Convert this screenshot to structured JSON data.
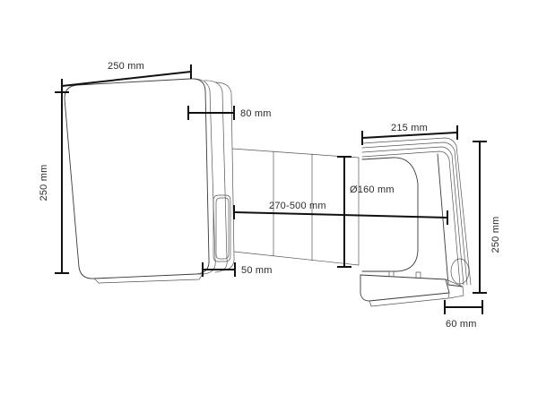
{
  "drawing": {
    "title": "Extractor unit dimension drawing",
    "background_color": "#ffffff",
    "line_color": "#3a3a3a",
    "dimension_color": "#111111",
    "text_color": "#2b2b2b",
    "units": "mm"
  },
  "dimensions": {
    "top_width": {
      "label": "250 mm",
      "value": 250,
      "orientation": "horizontal",
      "describes": "left-enclosure-width"
    },
    "left_height": {
      "label": "250 mm",
      "value": 250,
      "orientation": "vertical",
      "describes": "left-enclosure-height"
    },
    "depth_80": {
      "label": "80 mm",
      "value": 80,
      "orientation": "horizontal",
      "describes": "left-enclosure-top-depth"
    },
    "depth_50": {
      "label": "50 mm",
      "value": 50,
      "orientation": "horizontal",
      "describes": "left-enclosure-bottom-depth"
    },
    "duct_length": {
      "label": "270-500 mm",
      "value_min": 270,
      "value_max": 500,
      "orientation": "horizontal",
      "describes": "telescopic-duct-length"
    },
    "duct_diameter": {
      "label": "Ø160 mm",
      "value": 160,
      "orientation": "vertical",
      "describes": "duct-diameter"
    },
    "right_width": {
      "label": "215 mm",
      "value": 215,
      "orientation": "horizontal",
      "describes": "right-housing-width"
    },
    "right_height": {
      "label": "250 mm",
      "value": 250,
      "orientation": "vertical",
      "describes": "right-housing-height"
    },
    "base_depth": {
      "label": "60 mm",
      "value": 60,
      "orientation": "horizontal",
      "describes": "right-housing-base-depth"
    }
  }
}
